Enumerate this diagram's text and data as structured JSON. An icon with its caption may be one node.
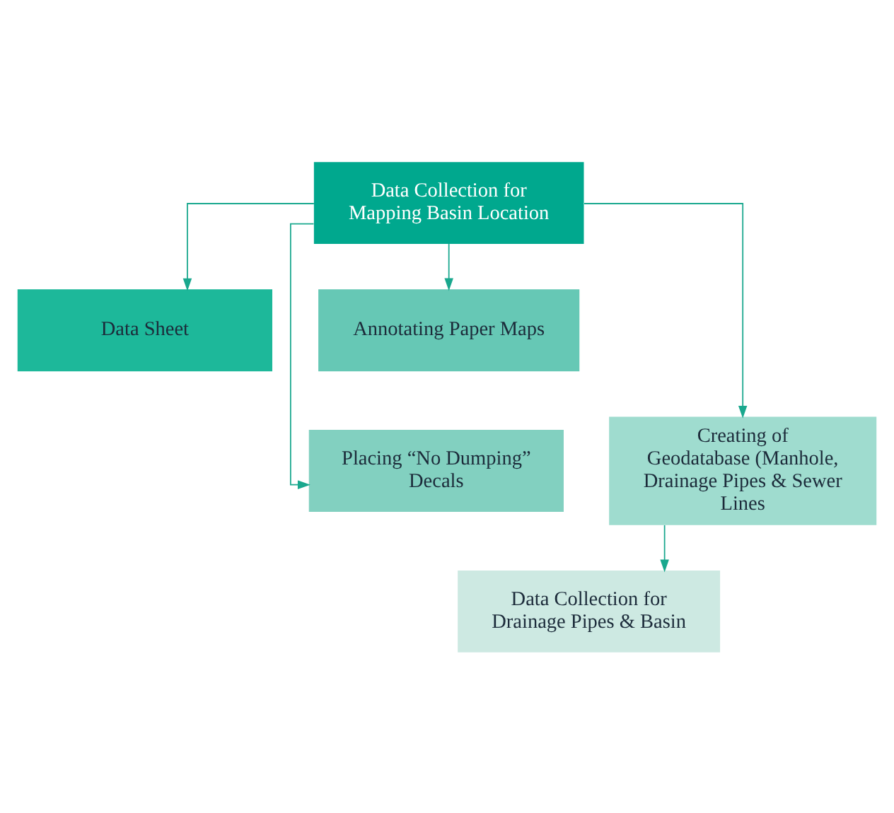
{
  "diagram": {
    "nodes": [
      {
        "text": [
          "Data Collection for Mapping Basin Location"
        ]
      },
      {
        "text": [
          "Data Sheet"
        ]
      },
      {
        "text": [
          "Annotating Paper Maps"
        ]
      },
      {
        "text": [
          "Placing “No Dumping” Decals"
        ]
      },
      {
        "text": [
          "Creating of Geodatabase (Manhole, Drainage Pipes & Sewer Lines"
        ]
      },
      {
        "text": [
          "Data Collection for Drainage Pipes & Basin"
        ]
      }
    ],
    "edges": [
      {
        "from": 0,
        "to": 1,
        "arrow": "to"
      },
      {
        "from": 0,
        "to": 2,
        "arrow": "to"
      },
      {
        "from": 0,
        "to": 3,
        "arrow": "to"
      },
      {
        "from": 0,
        "to": 4,
        "arrow": "to"
      },
      {
        "from": 4,
        "to": 5,
        "arrow": "to"
      }
    ]
  }
}
